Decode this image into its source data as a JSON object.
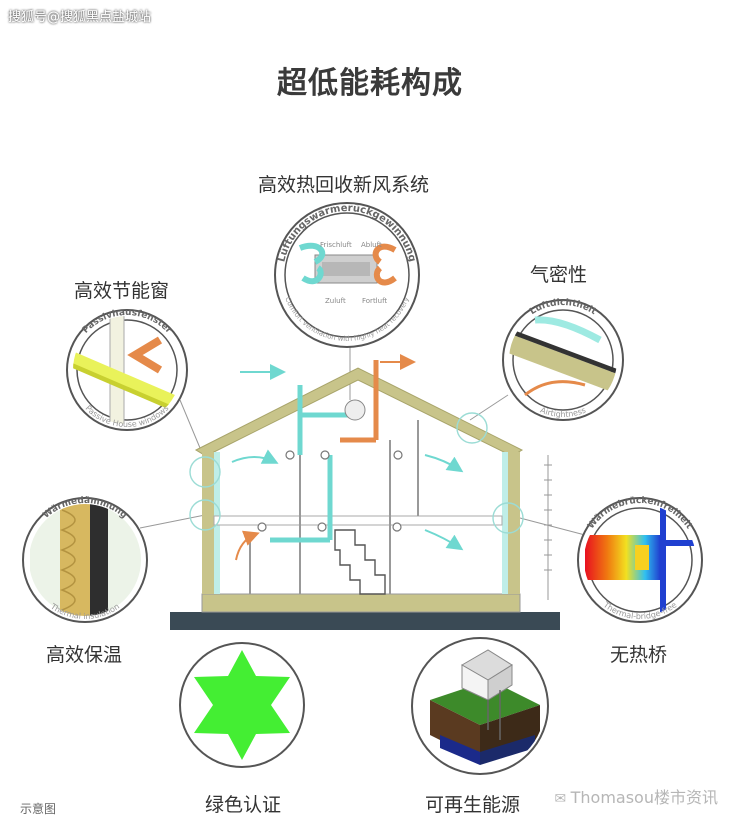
{
  "watermark_top": "搜狐号@搜狐黑点盐城站",
  "title": "超低能耗构成",
  "labels": {
    "ventilation": "高效热回收新风系统",
    "windows": "高效节能窗",
    "airtight": "气密性",
    "insulation": "高效保温",
    "thermal_bridge": "无热桥",
    "green": "绿色认证",
    "renewable": "可再生能源"
  },
  "badges": {
    "ventilation_top": "Lüftungswärmerückgewinnung",
    "ventilation_bottom": "Comfort ventilation with highly heat recovery",
    "ventilation_a": "Frischluft",
    "ventilation_b": "Abluft",
    "ventilation_c": "Zuluft",
    "ventilation_d": "Fortluft",
    "windows_top": "Passivhausfenster",
    "windows_bottom": "Passive House windows",
    "airtight_top": "Luftdichtheit",
    "airtight_bottom": "Airtightness",
    "insulation_top": "Wärmedämmung",
    "insulation_bottom": "Thermal insulation",
    "bridge_top": "Wärmebrückenfreiheit",
    "bridge_bottom": "Thermal-bridge-free"
  },
  "caption": "示意图",
  "watermark_bottom": "Thomasou楼市资讯",
  "colors": {
    "green_star": "#44ee33",
    "house_frame": "#c8c48a",
    "airflow": "#6fd8d0",
    "exhaust": "#e58a4a"
  }
}
